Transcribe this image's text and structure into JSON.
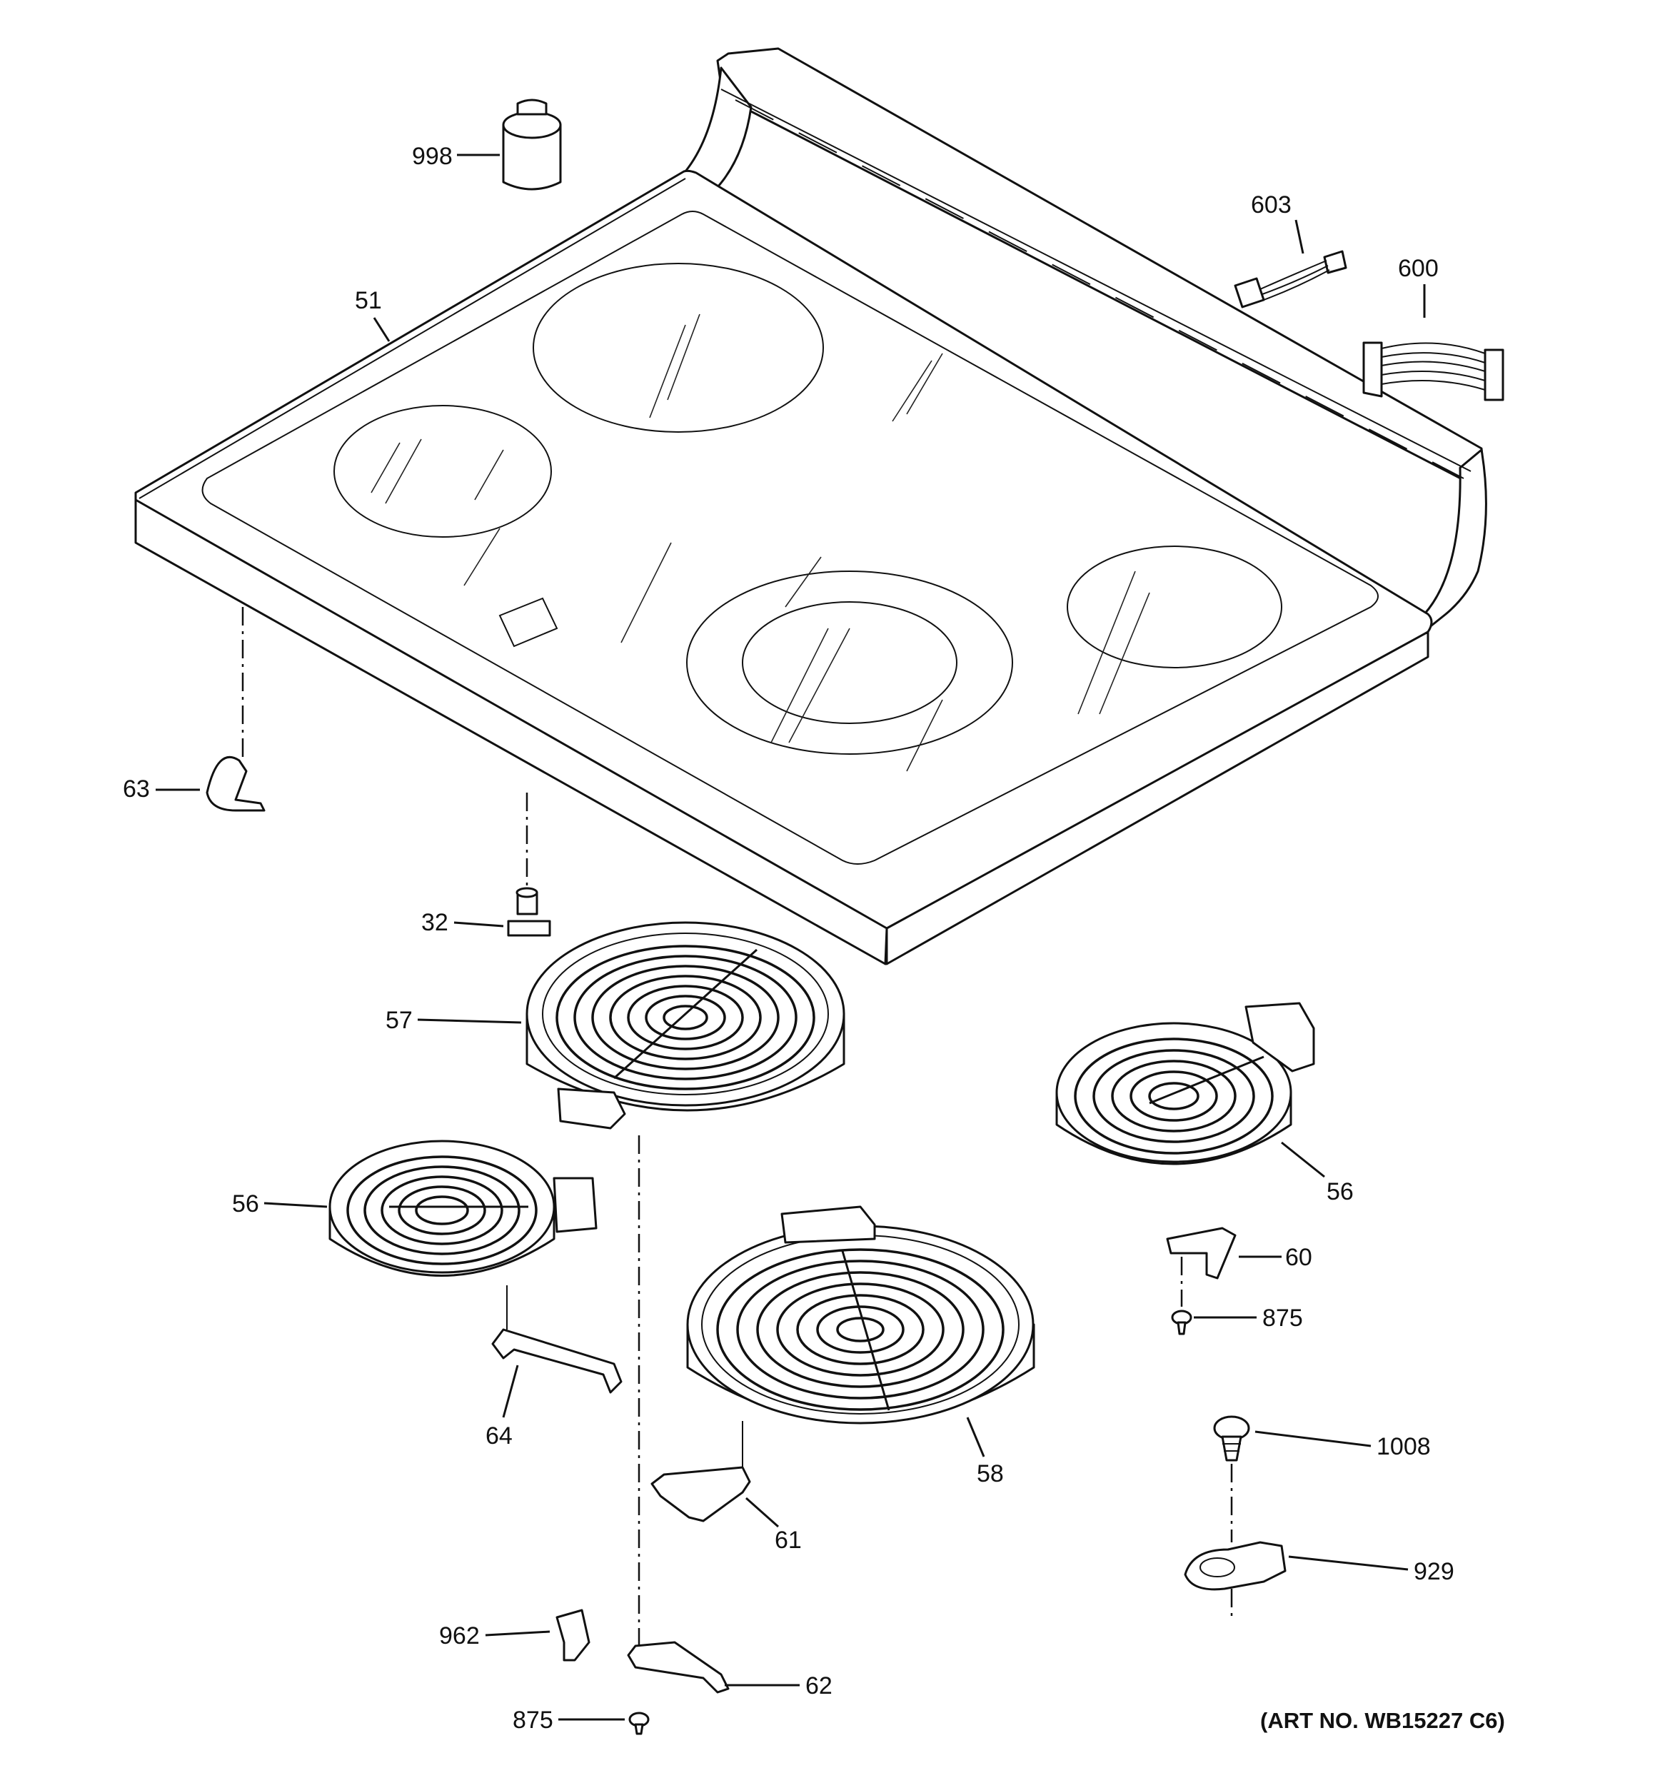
{
  "labels": {
    "p998": "998",
    "p51": "51",
    "p603": "603",
    "p600": "600",
    "p63": "63",
    "p32": "32",
    "p57": "57",
    "p56_left": "56",
    "p56_right": "56",
    "p60": "60",
    "p875_right": "875",
    "p64": "64",
    "p58": "58",
    "p1008": "1008",
    "p61": "61",
    "p929": "929",
    "p962": "962",
    "p62": "62",
    "p875_bottom": "875"
  },
  "art_number": "(ART NO. WB15227 C6)"
}
